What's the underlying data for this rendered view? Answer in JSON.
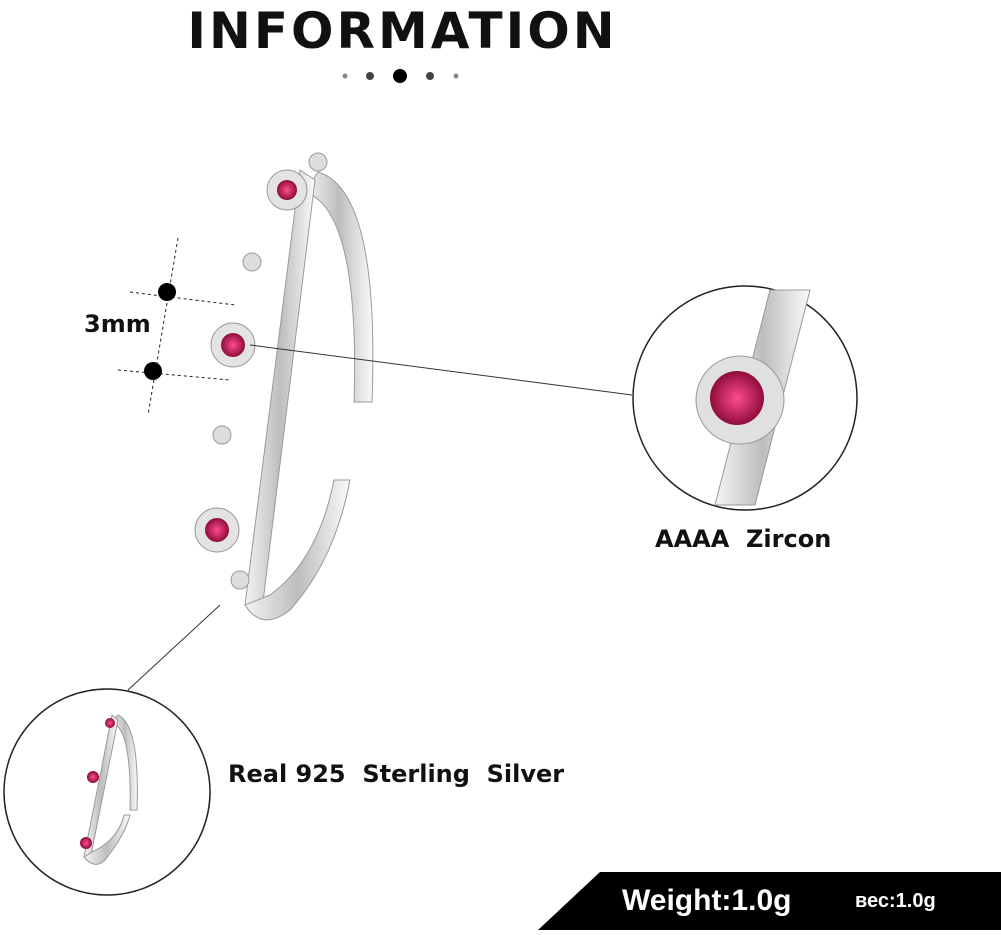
{
  "header": {
    "title": "INFORMATION"
  },
  "callouts": {
    "size": "3mm",
    "stone": "AAAA  Zircon",
    "material": "Real 925  Sterling  Silver"
  },
  "banner": {
    "weight_en": "Weight:1.0g",
    "weight_ru": "вес:1.0g",
    "background": "#000000"
  },
  "colors": {
    "gem": "#c2185b",
    "silver": "#d9d9d9"
  }
}
